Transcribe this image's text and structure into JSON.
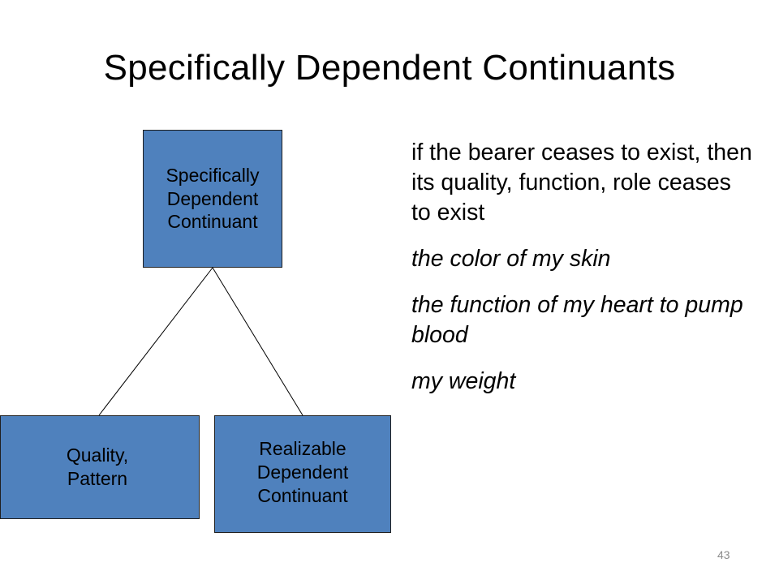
{
  "slide": {
    "title": "Specifically Dependent Continuants",
    "page_number": "43"
  },
  "diagram": {
    "root": {
      "lines": [
        "Specifically",
        "Dependent",
        "Continuant"
      ],
      "fill_color": "#4f81bd"
    },
    "children": [
      {
        "lines": [
          "Quality,",
          "Pattern"
        ]
      },
      {
        "lines": [
          "Realizable",
          "Dependent",
          "Continuant"
        ]
      }
    ]
  },
  "description": {
    "paragraphs": [
      "if the bearer ceases to exist, then its quality, function, role ceases to exist",
      "the color of my skin",
      "the function of my heart to pump blood",
      "my weight"
    ]
  }
}
